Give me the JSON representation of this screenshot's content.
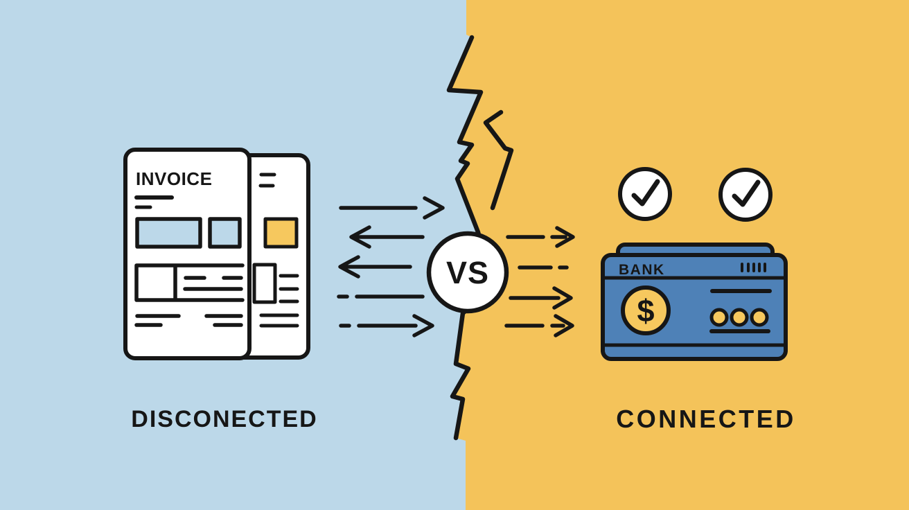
{
  "illustration": {
    "vs_label": "VS",
    "left": {
      "label": "DISCONECTED",
      "invoice_title": "INVOICE"
    },
    "right": {
      "label": "CONNECTED",
      "bank_label": "BANK",
      "currency_symbol": "$"
    }
  },
  "colors": {
    "left_bg": "#BCD8E9",
    "right_bg": "#F4C35A",
    "card_blue": "#4E81B7",
    "accent_yellow": "#F6C85E",
    "paper_white": "#FFFFFF",
    "line_black": "#161616"
  }
}
